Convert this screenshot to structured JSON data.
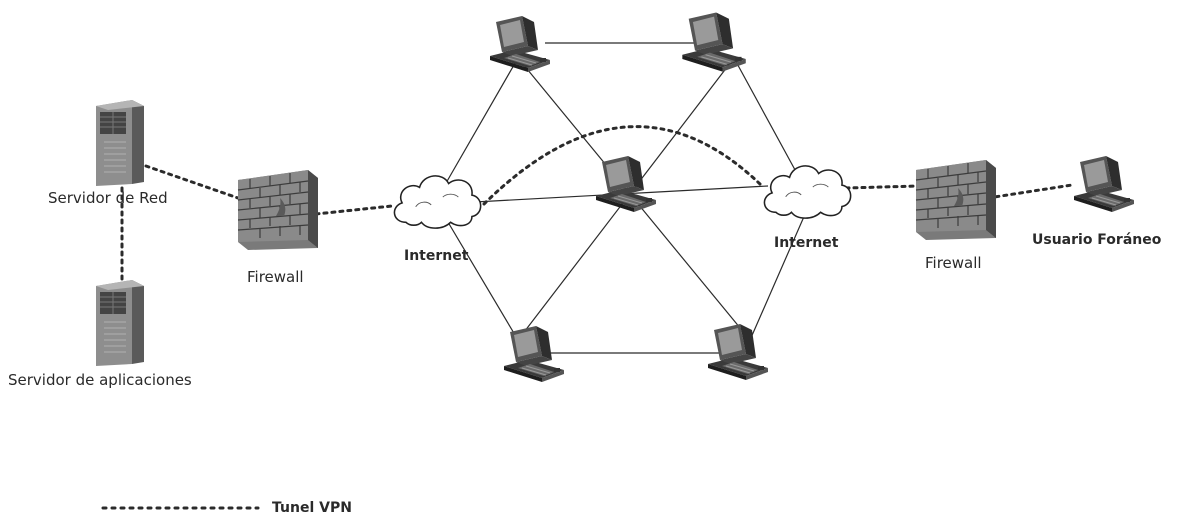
{
  "nodes": {
    "network_server": "Servidor de Red",
    "app_server": "Servidor de aplicaciones",
    "firewall_left": "Firewall",
    "internet_left": "Internet",
    "internet_right": "Internet",
    "firewall_right": "Firewall",
    "remote_user": "Usuario Foráneo"
  },
  "legend": {
    "vpn_tunnel": "Tunel VPN"
  },
  "colors": {
    "line": "#2b2b2b",
    "server_body": "#8e8e8e",
    "firewall_brick": "#7a7a7a",
    "cloud_fill": "#ffffff"
  }
}
